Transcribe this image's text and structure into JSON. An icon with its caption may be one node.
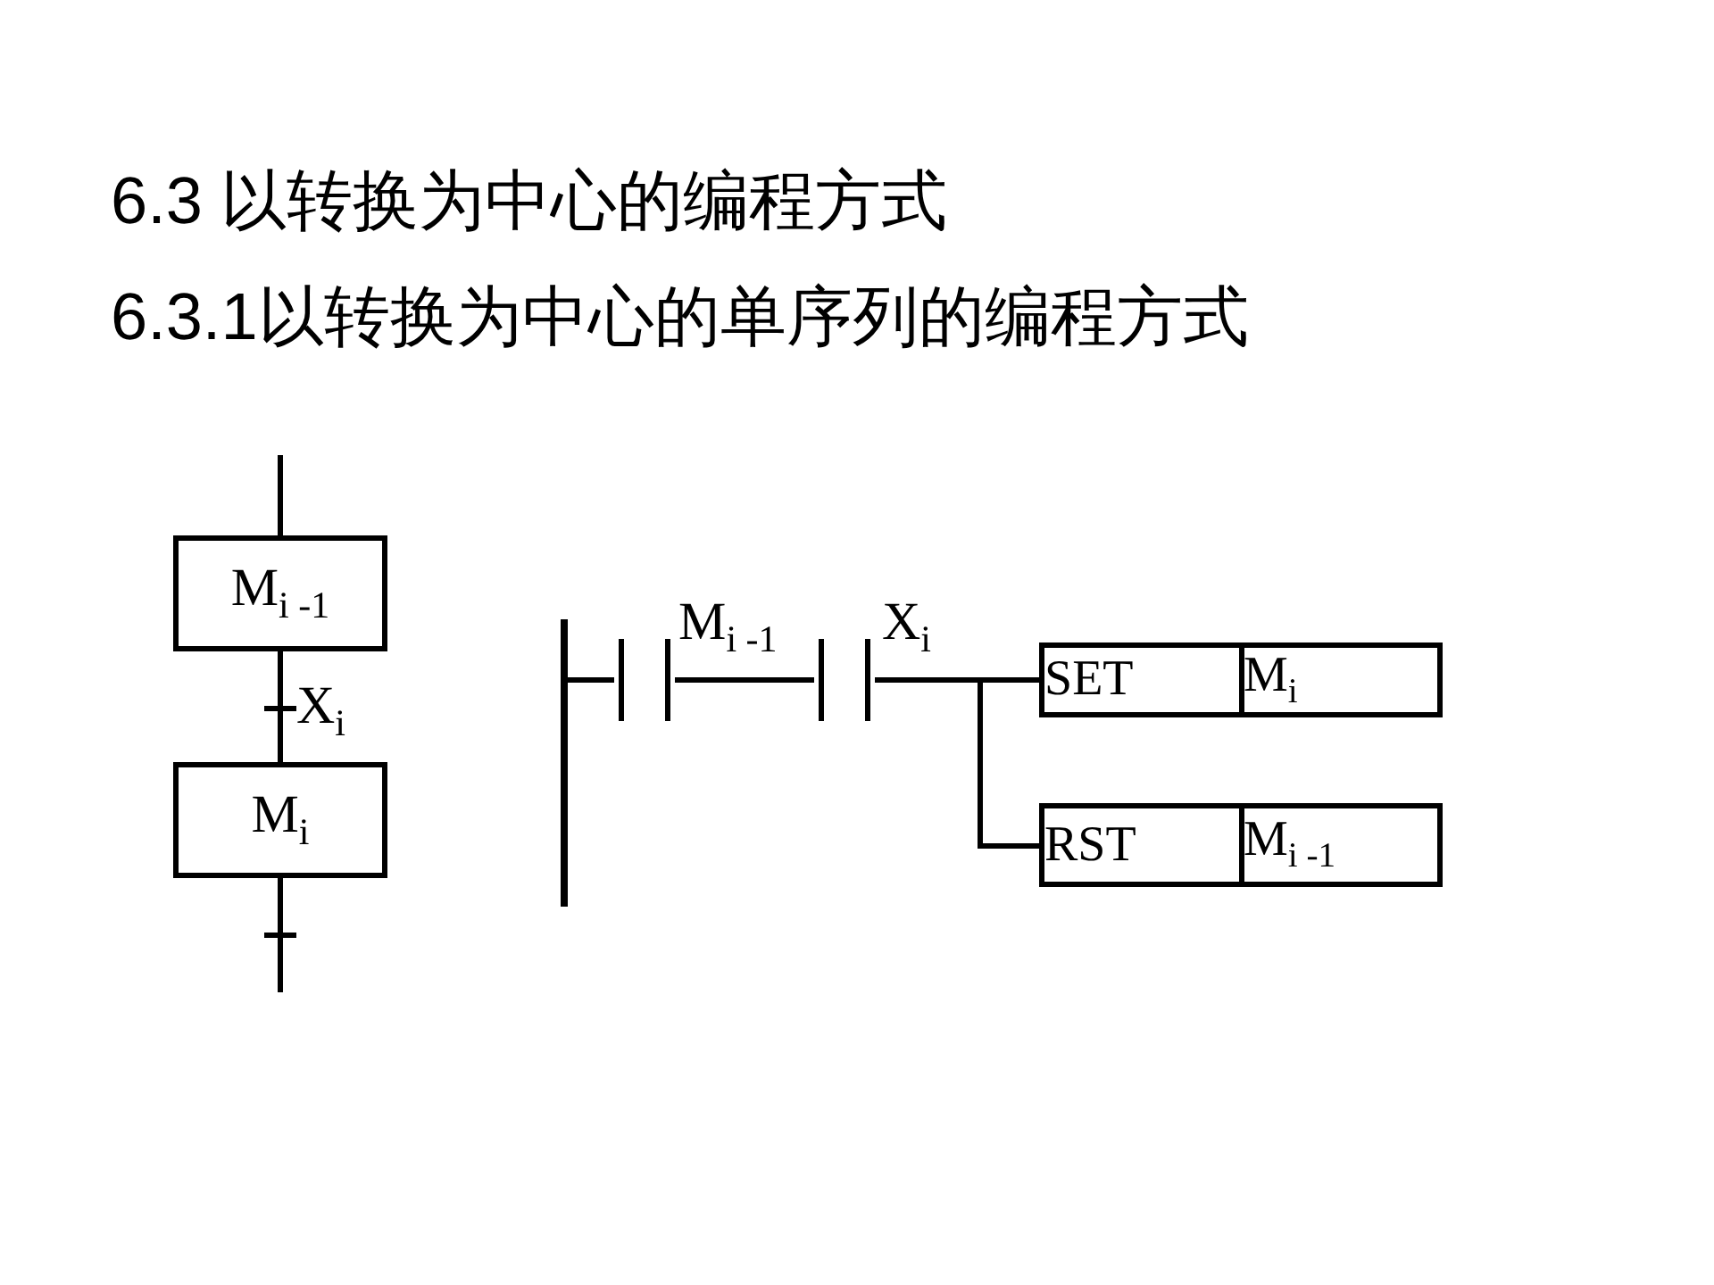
{
  "diagram": {
    "title": "6.3 以转换为中心的编程方式",
    "nodes": [
      {
        "text": [
          "M$_{i -1}$"
        ]
      },
      {
        "text": [
          "M$_{i}$"
        ]
      },
      {
        "text": [],
        "shape": "bar"
      },
      {
        "text": [],
        "shape": "contact",
        "beside": [
          "M$_{i -1}$"
        ]
      },
      {
        "text": [],
        "shape": "contact",
        "beside": [
          "X$_{i}$"
        ]
      },
      {
        "text": [
          "SET",
          "M$_{i}$"
        ]
      },
      {
        "text": [
          "RST",
          "M$_{i -1}$"
        ]
      }
    ],
    "edges": [
      {
        "from": null,
        "to": 0,
        "arrow": "none"
      },
      {
        "from": 0,
        "to": 1,
        "arrow": "none",
        "label": "X$_{i}$"
      },
      {
        "from": 1,
        "to": null,
        "arrow": "none"
      },
      {
        "from": 2,
        "to": 3,
        "arrow": "none"
      },
      {
        "from": 3,
        "to": 4,
        "arrow": "none"
      },
      {
        "from": 4,
        "to": 5,
        "arrow": "none"
      },
      {
        "from": 4,
        "to": 6,
        "arrow": "none"
      }
    ],
    "labels": [
      "6.3.1以转换为中心的单序列的编程方式"
    ]
  }
}
